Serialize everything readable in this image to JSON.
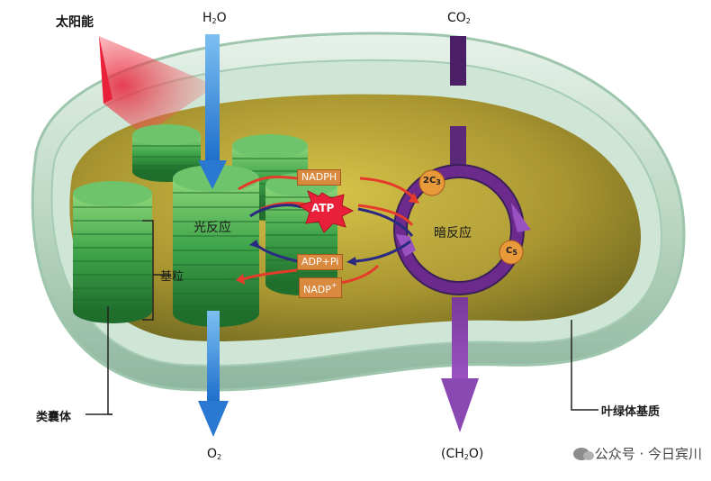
{
  "labels": {
    "solar_energy": "太阳能",
    "water": "H",
    "water_sub": "2",
    "water_tail": "O",
    "co2": "CO",
    "co2_sub": "2",
    "oxygen": "O",
    "oxygen_sub": "2",
    "carbohydrate_open": "(CH",
    "carbohydrate_sub": "2",
    "carbohydrate_close": "O)",
    "light_reaction": "光反应",
    "dark_reaction": "暗反应",
    "grana": "基粒",
    "thylakoid": "类囊体",
    "stroma": "叶绿体基质",
    "nadph": "NADPH",
    "atp": "ATP",
    "adp_pi": "ADP+Pi",
    "nadp": "NADP",
    "nadp_sup": "+",
    "c3": "2C",
    "c3_sub": "3",
    "c5": "C",
    "c5_sub": "5"
  },
  "watermark": {
    "text": "公众号 · 今日宾川",
    "icon": "wechat-icon"
  },
  "colors": {
    "water_arrow": "#3d8fe0",
    "co2_arrow": "#6b2a8c",
    "light_arrow": "#e63a2a",
    "dark_arrow": "#3a2a80",
    "grana_green": "#3faa4a",
    "stroma_fill": "#b9a83a",
    "membrane": "#cfe8d8",
    "tag_fill": "#d98a3f"
  }
}
